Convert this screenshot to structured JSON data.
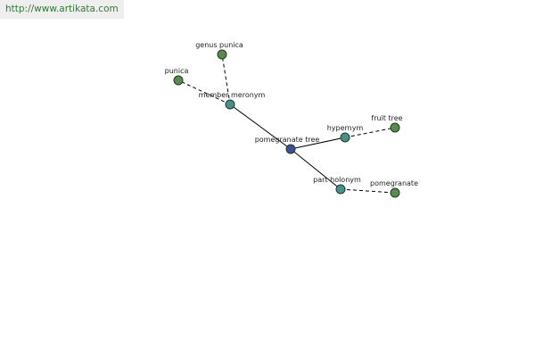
{
  "source": {
    "url": "http://www.artikata.com"
  },
  "colors": {
    "center": "#3a4f96",
    "relation": "#4a8f8f",
    "leaf": "#5a8a4f"
  },
  "graph": {
    "nodes": [
      {
        "id": "center",
        "label": "pomegranate tree",
        "kind": "center"
      },
      {
        "id": "member_mero",
        "label": "member meronym",
        "kind": "relation"
      },
      {
        "id": "hypernym",
        "label": "hypernym",
        "kind": "relation"
      },
      {
        "id": "part_holo",
        "label": "part holonym",
        "kind": "relation"
      },
      {
        "id": "genus_punica",
        "label": "genus punica",
        "kind": "leaf"
      },
      {
        "id": "punica",
        "label": "punica",
        "kind": "leaf"
      },
      {
        "id": "fruit_tree",
        "label": "fruit tree",
        "kind": "leaf"
      },
      {
        "id": "pomegranate",
        "label": "pomegranate",
        "kind": "leaf"
      }
    ],
    "edges": [
      {
        "from": "center",
        "to": "member_mero",
        "style": "solid"
      },
      {
        "from": "center",
        "to": "hypernym",
        "style": "solid"
      },
      {
        "from": "center",
        "to": "part_holo",
        "style": "solid"
      },
      {
        "from": "member_mero",
        "to": "genus_punica",
        "style": "dashed"
      },
      {
        "from": "member_mero",
        "to": "punica",
        "style": "dashed"
      },
      {
        "from": "hypernym",
        "to": "fruit_tree",
        "style": "dashed"
      },
      {
        "from": "part_holo",
        "to": "pomegranate",
        "style": "dashed"
      }
    ]
  }
}
